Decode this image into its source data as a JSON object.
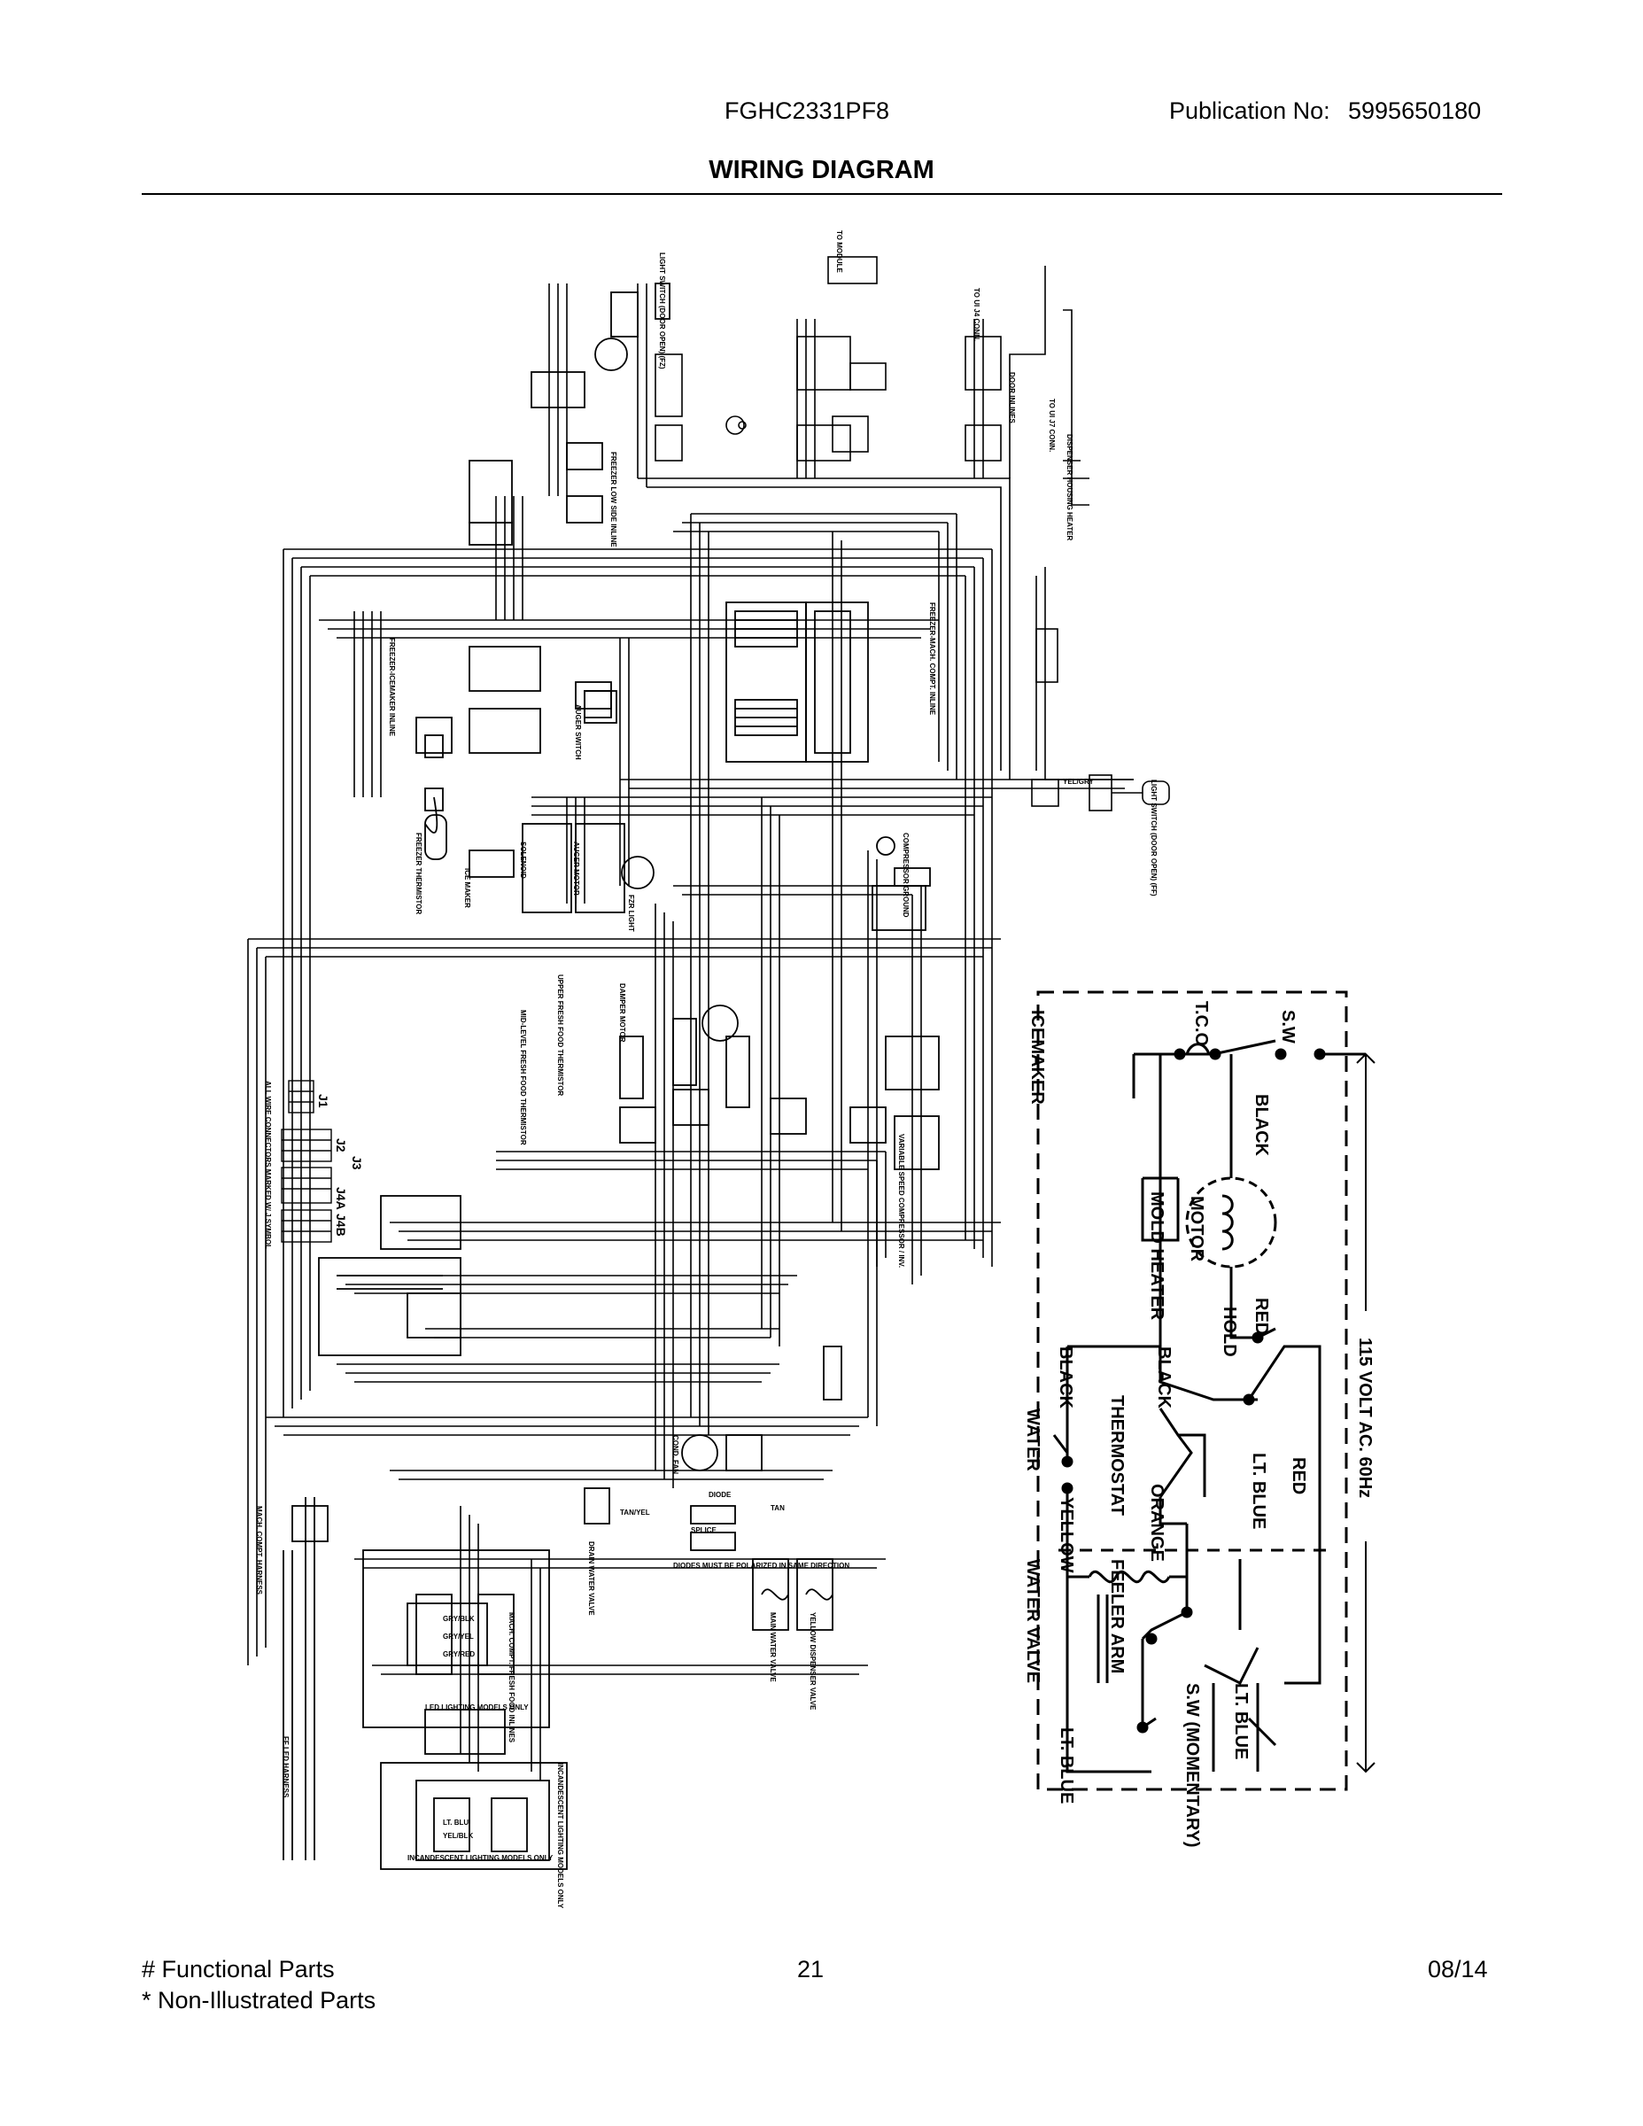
{
  "header": {
    "model": "FGHC2331PF8",
    "publication_label": "Publication No:",
    "publication_number": "5995650180",
    "title": "WIRING DIAGRAM"
  },
  "icemaker": {
    "title": "ICEMAKER",
    "voltage": "115 VOLT AC. 60Hz",
    "sw": "S.W",
    "tco": "T.C.O",
    "black": "BLACK",
    "motor": "MOTOR",
    "mold_heater": "MOLD HEATER",
    "red": "RED",
    "hold": "HOLD",
    "black2": "BLACK",
    "thermostat": "THERMOSTAT",
    "lt_blue": "LT. BLUE",
    "red2": "RED",
    "black3": "BLACK",
    "water": "WATER",
    "orange": "ORANGE",
    "yellow": "YELLOW",
    "feeler_arm": "FEELER ARM",
    "water_valve": "WATER VALVE",
    "sw_momentary": "S.W (MOMENTARY)",
    "lt_blue2": "LT. BLUE",
    "lt_blue3": "LT. BLUE"
  },
  "labels": {
    "ice_maker": "ICE MAKER",
    "solenoid": "SOLENOID",
    "auger_motor": "AUGER MOTOR",
    "freezer_thermistor": "FREEZER THERMISTOR",
    "auger_switch": "AUGER SWITCH",
    "fzr_light": "FZR LIGHT",
    "freezer_icemaker_inline": "FREEZER-ICEMAKER INLINE",
    "freezer_mach_compt_inline": "FREEZER-MACH. COMPT. INLINE",
    "door_inlines": "DOOR INLINES",
    "dispenser_housing_heater": "DISPENSER HOUSING HEATER",
    "freezer_low_side_inline": "FREEZER LOW SIDE INLINE",
    "light_switch_fz": "LIGHT SWITCH (DOOR OPEN) (FZ)",
    "light_switch_ff": "LIGHT SWITCH (DOOR OPEN) (FF)",
    "to_ui_j4": "TO UI J4 CONN.",
    "to_ui_j7": "TO UI J7 CONN.",
    "to_module": "TO MODULE",
    "damper": "DAMPER MOTOR",
    "upper_ff_thermistor": "UPPER FRESH FOOD THERMISTOR",
    "mid_level_thermistor": "MID-LEVEL FRESH FOOD THERMISTOR",
    "variable_speed_compressor": "VARIABLE SPEED COMPRESSOR / INV.",
    "cond_fan": "COND. FAN",
    "drain_water_valve": "DRAIN WATER VALVE",
    "main_water_valve": "MAIN WATER VALVE",
    "diode_note": "DIODES MUST BE POLARIZED IN SAME DIRECTION",
    "yellow_valve": "YELLOW DISPENSER VALVE",
    "mach_compt_harness": "MACH. COMPT. HARNESS",
    "ff_led_harness": "FF LED HARNESS",
    "led_lighting": "LED LIGHTING MODELS ONLY",
    "incandescent": "INCANDESCENT LIGHTING MODELS ONLY",
    "incandescent_side": "INCANDESCENT LIGHTING MODELS ONLY",
    "mach_compt_ff_inlines": "MACH. COMPT. FRESH FOOD INLINES",
    "connectors_note": "ALL WIRE CONNECTORS MARKED W/ J SYMBOL",
    "j1": "J1",
    "j2": "J2",
    "j3": "J3",
    "j4a": "J4A",
    "j4b": "J4B",
    "splice": "SPLICE",
    "diode": "DIODE",
    "tan_yel": "TAN/YEL",
    "tan": "TAN",
    "gry_blk": "GRY/BLK",
    "gry_yel": "GRY/YEL",
    "gry_red": "GRY/RED",
    "lt_blu": "LT. BLU",
    "yel_blk": "YEL/BLK",
    "yel_gry": "YEL/GRY",
    "compressor_ground": "COMPRESSOR GROUND"
  },
  "footer": {
    "functional": "# Functional Parts",
    "non_illustrated": "* Non-Illustrated Parts",
    "page": "21",
    "date": "08/14"
  }
}
